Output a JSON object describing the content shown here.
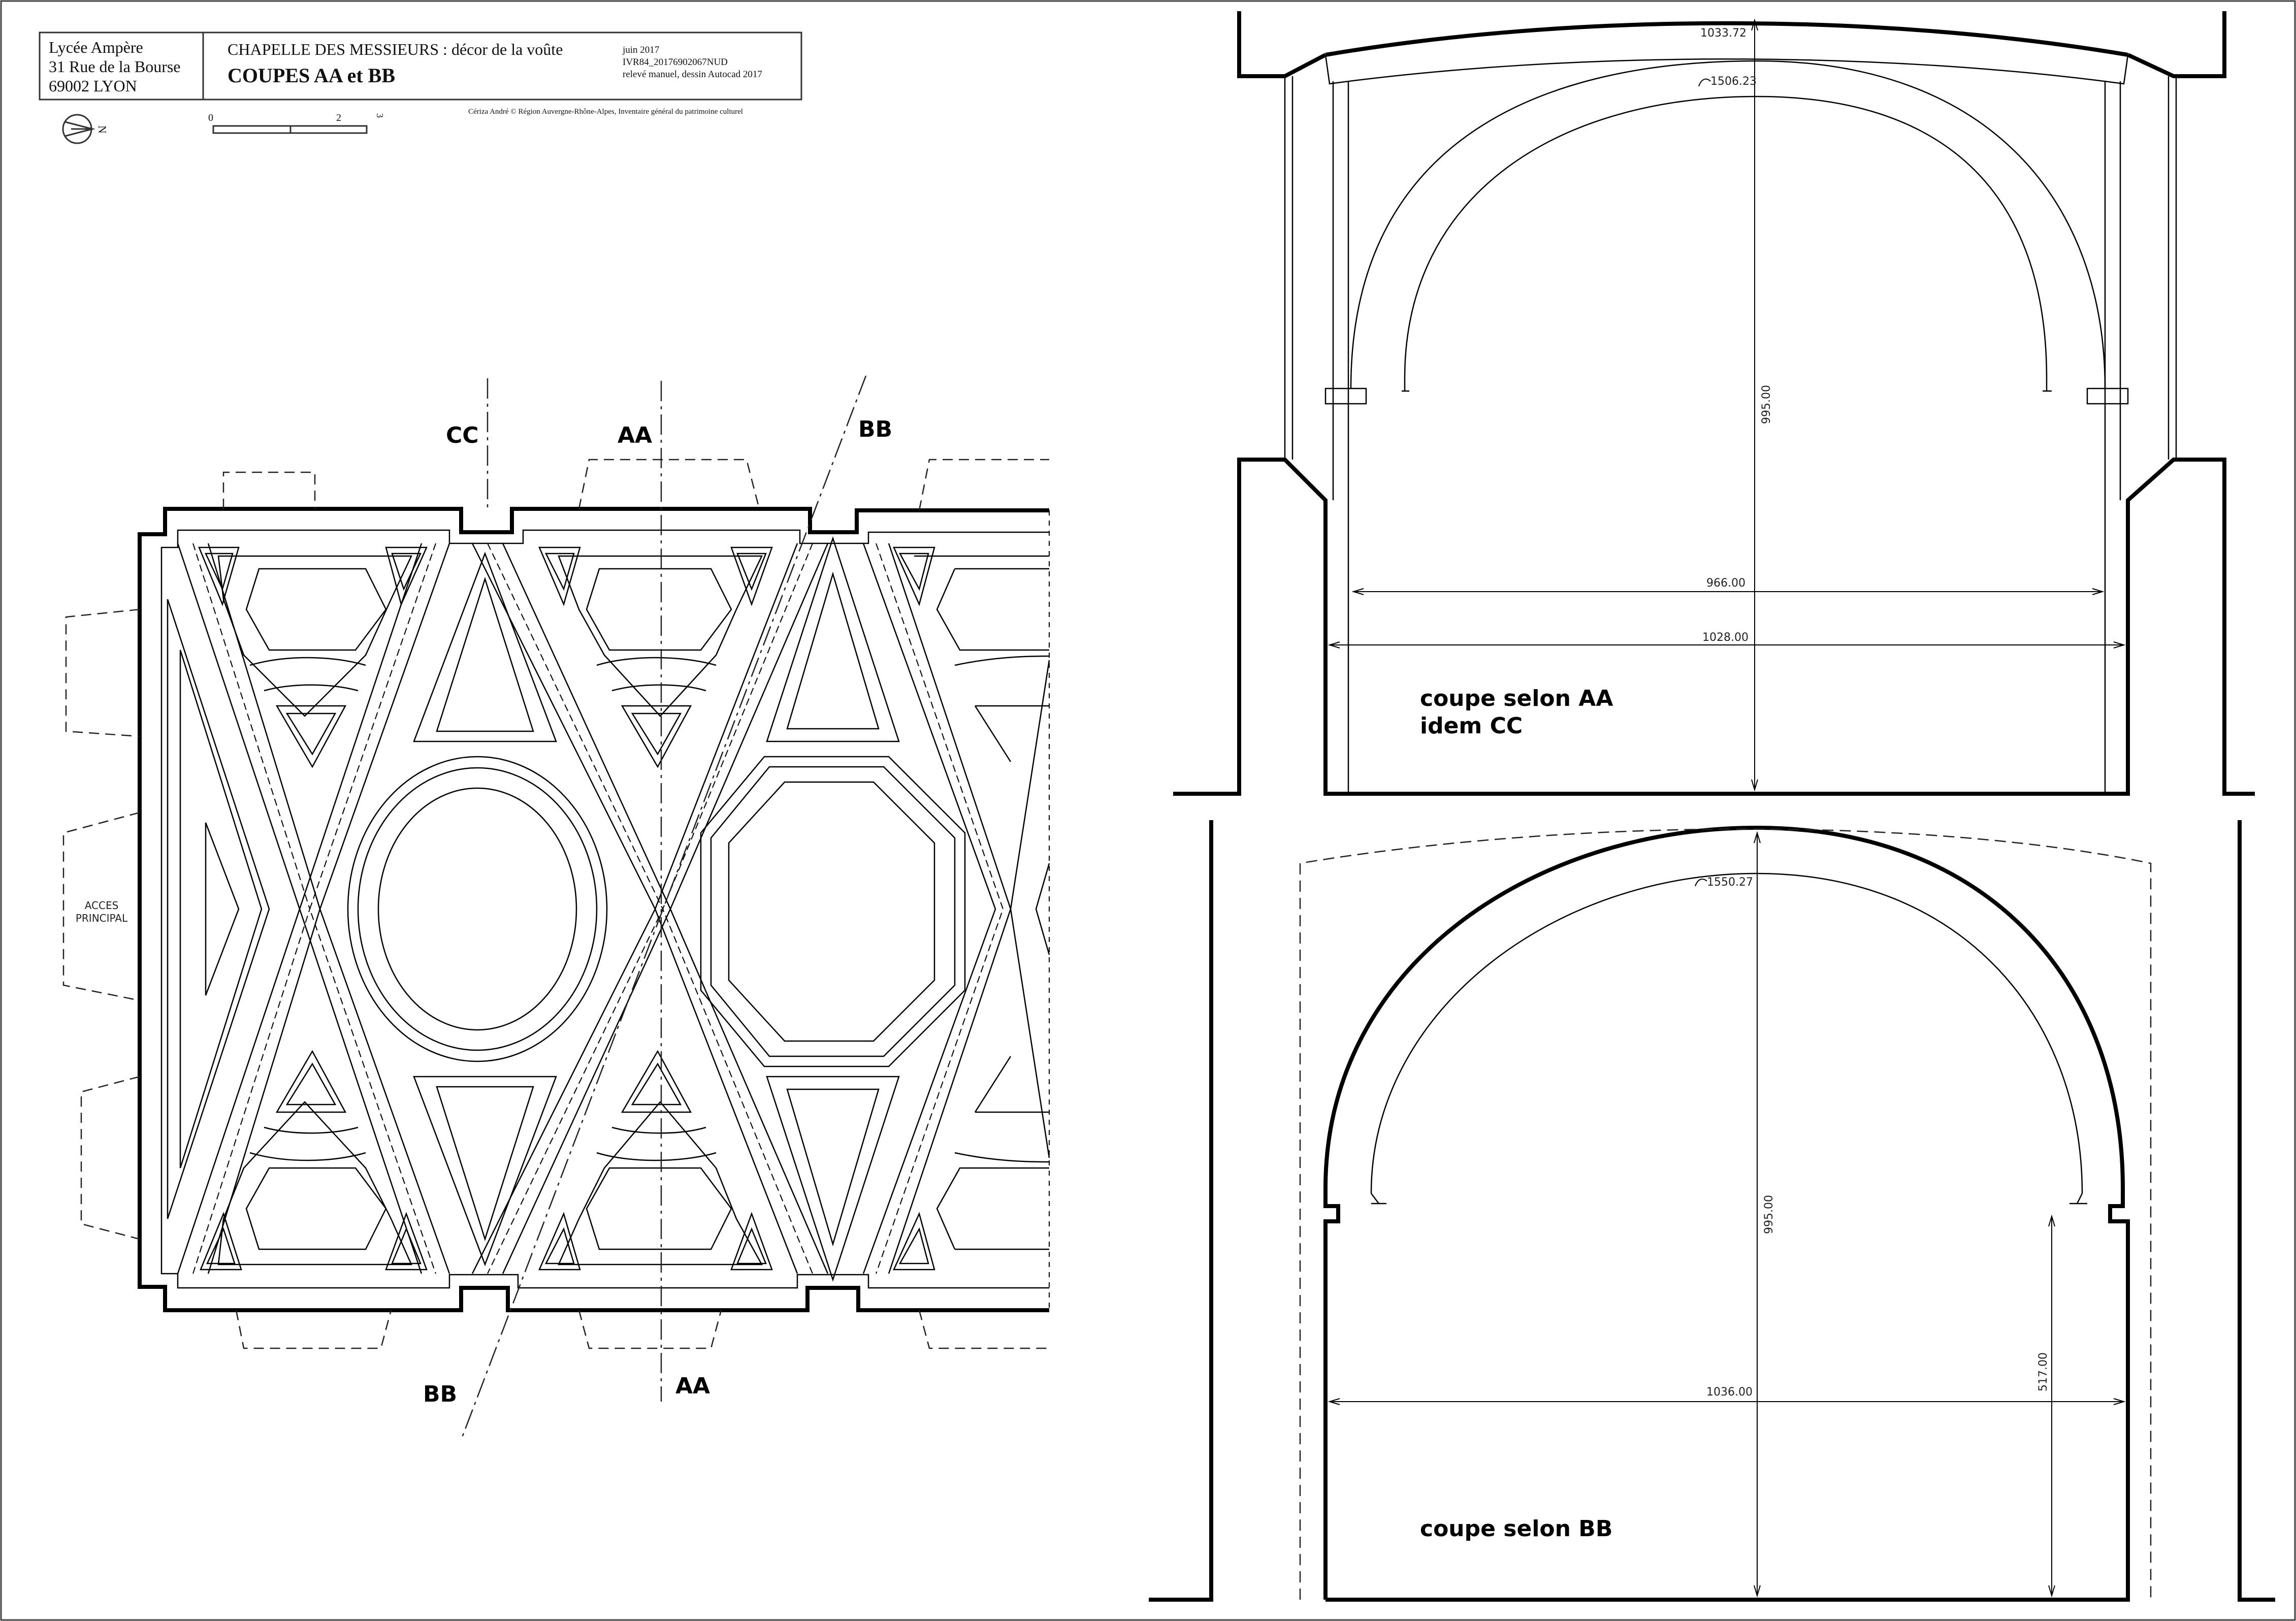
{
  "header": {
    "address": [
      "Lycée Ampère",
      "31 Rue de la Bourse",
      "69002 LYON"
    ],
    "subject": "CHAPELLE DES MESSIEURS : décor de la voûte",
    "title": "COUPES AA et BB",
    "meta": [
      "juin 2017",
      "IVR84_20176902067NUD",
      "relevé manuel, dessin Autocad 2017"
    ],
    "credit": "Cériza André © Région Auvergne-Rhône-Alpes, Inventaire général du patrimoine culturel",
    "north_label": "N",
    "scale_labels": [
      "0",
      "2",
      "3"
    ]
  },
  "plan": {
    "section_labels": {
      "cc_top": "CC",
      "aa_top": "AA",
      "bb_top": "BB",
      "bb_bottom": "BB",
      "aa_bottom": "AA"
    },
    "entrance": [
      "ACCES",
      "PRINCIPAL"
    ]
  },
  "section_aa": {
    "caption": [
      "coupe selon AA",
      "idem CC"
    ],
    "dimensions": {
      "top_outer": "1033.72",
      "arc": "1506.23",
      "height": "995.00",
      "inner_width": "966.00",
      "outer_width": "1028.00"
    }
  },
  "section_bb": {
    "caption": "coupe selon BB",
    "dimensions": {
      "arc": "1550.27",
      "height": "995.00",
      "width": "1036.00",
      "side_height": "517.00"
    }
  }
}
